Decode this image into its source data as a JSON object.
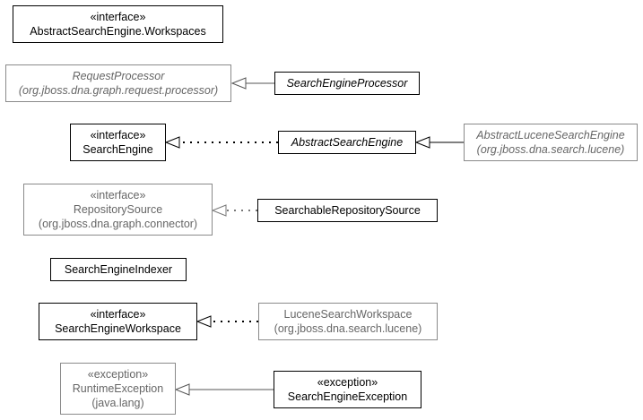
{
  "classes": {
    "workspaces": {
      "stereotype": "«interface»",
      "name": "AbstractSearchEngine.Workspaces"
    },
    "request_processor": {
      "name": "RequestProcessor",
      "package": "(org.jboss.dna.graph.request.processor)"
    },
    "search_engine_processor": {
      "name": "SearchEngineProcessor"
    },
    "search_engine": {
      "stereotype": "«interface»",
      "name": "SearchEngine"
    },
    "abstract_search_engine": {
      "name": "AbstractSearchEngine"
    },
    "abstract_lucene_search_engine": {
      "name": "AbstractLuceneSearchEngine",
      "package": "(org.jboss.dna.search.lucene)"
    },
    "repository_source": {
      "stereotype": "«interface»",
      "name": "RepositorySource",
      "package": "(org.jboss.dna.graph.connector)"
    },
    "searchable_repository_source": {
      "name": "SearchableRepositorySource"
    },
    "search_engine_indexer": {
      "name": "SearchEngineIndexer"
    },
    "search_engine_workspace": {
      "stereotype": "«interface»",
      "name": "SearchEngineWorkspace"
    },
    "lucene_search_workspace": {
      "name": "LuceneSearchWorkspace",
      "package": "(org.jboss.dna.search.lucene)"
    },
    "runtime_exception": {
      "stereotype": "«exception»",
      "name": "RuntimeException",
      "package": "(java.lang)"
    },
    "search_engine_exception": {
      "stereotype": "«exception»",
      "name": "SearchEngineException"
    }
  },
  "relations": [
    {
      "from": "SearchEngineProcessor",
      "to": "RequestProcessor",
      "kind": "extends"
    },
    {
      "from": "AbstractSearchEngine",
      "to": "SearchEngine",
      "kind": "implements"
    },
    {
      "from": "AbstractLuceneSearchEngine",
      "to": "AbstractSearchEngine",
      "kind": "extends"
    },
    {
      "from": "SearchableRepositorySource",
      "to": "RepositorySource",
      "kind": "implements"
    },
    {
      "from": "LuceneSearchWorkspace",
      "to": "SearchEngineWorkspace",
      "kind": "implements"
    },
    {
      "from": "SearchEngineException",
      "to": "RuntimeException",
      "kind": "extends"
    }
  ],
  "colors": {
    "local_border": "#000000",
    "external_border": "#8a8a8a",
    "external_text": "#666666"
  }
}
